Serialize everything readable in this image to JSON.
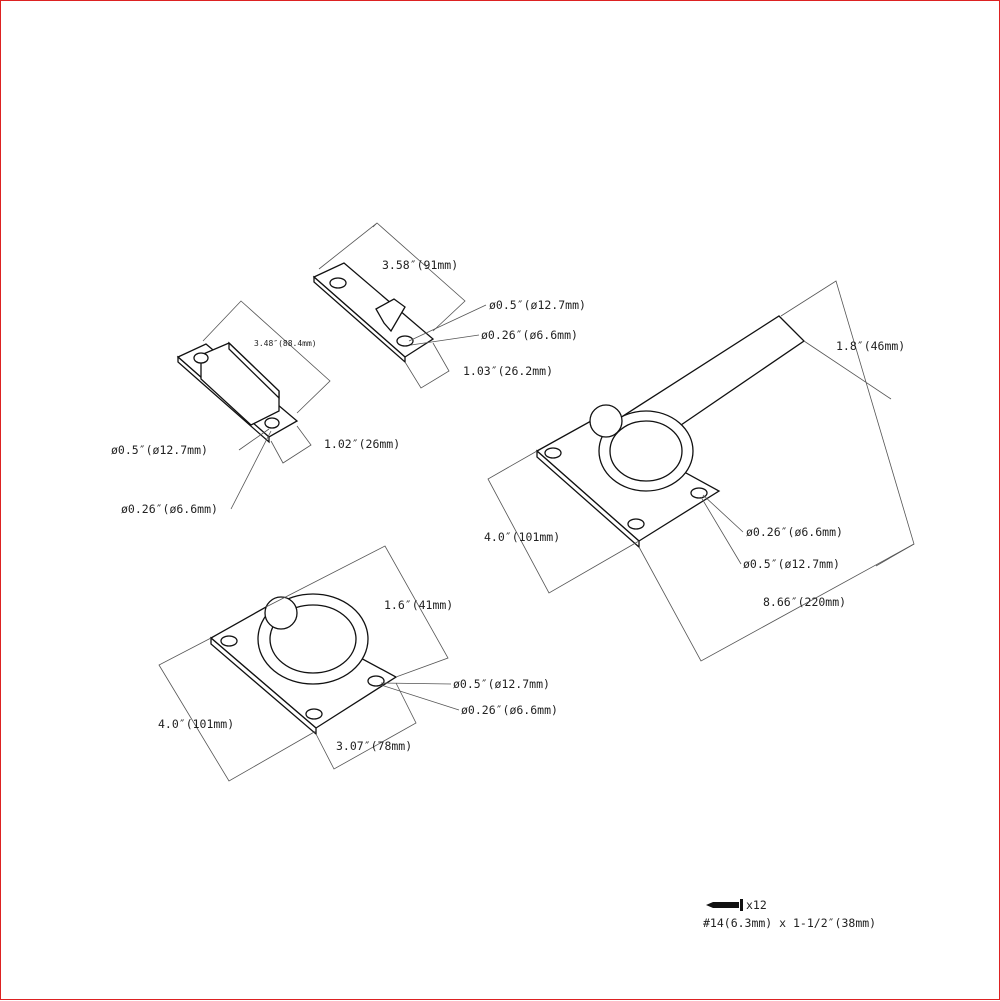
{
  "strike_plate": {
    "length": "3.58″(91mm)",
    "hole_outer": "ø0.5″(ø12.7mm)",
    "hole_inner": "ø0.26″(ø6.6mm)",
    "width": "1.03″(26.2mm)"
  },
  "bolt_keeper": {
    "length": "3.48″(88.4mm)",
    "hole_outer": "ø0.5″(ø12.7mm)",
    "width": "1.02″(26mm)",
    "hole_inner": "ø0.26″(ø6.6mm)"
  },
  "hasp_bolt": {
    "height": "1.8″(46mm)",
    "plate_length": "4.0″(101mm)",
    "hole_inner": "ø0.26″(ø6.6mm)",
    "hole_outer": "ø0.5″(ø12.7mm)",
    "total_length": "8.66″(220mm)"
  },
  "ring_plate": {
    "height": "1.6″(41mm)",
    "length": "4.0″(101mm)",
    "hole_outer": "ø0.5″(ø12.7mm)",
    "hole_inner": "ø0.26″(ø6.6mm)",
    "width": "3.07″(78mm)"
  },
  "screws": {
    "icon": "screw-icon",
    "quantity": "x12",
    "spec": "#14(6.3mm) x 1-1/2″(38mm)"
  }
}
